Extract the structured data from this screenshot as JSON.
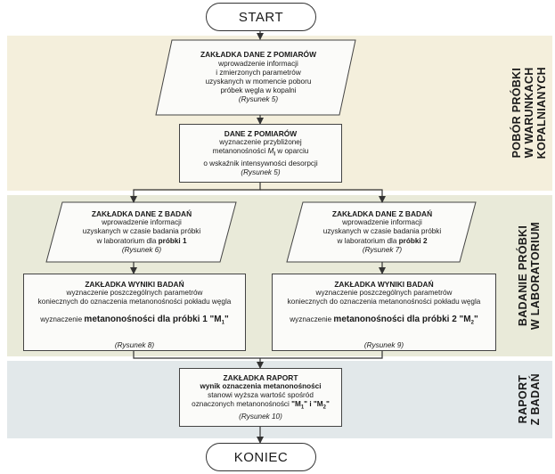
{
  "start_label": "START",
  "end_label": "KONIEC",
  "bands": {
    "sampling": "POBÓR PRÓBKI\nW WARUNKACH\nKOPALNIANYCH",
    "lab": "BADANIE PRÓBKI\nW LABORATORIUM",
    "report": "RAPORT\nZ BADAŃ"
  },
  "input_measurements": {
    "title": "ZAKŁADKA DANE Z POMIARÓW",
    "lines": [
      "wprowadzenie informacji",
      "i zmierzonych parametrów",
      "uzyskanych w momencie poboru",
      "próbek węgla w kopalni"
    ],
    "ref": "(Rysunek 5)"
  },
  "process_measurements": {
    "title": "DANE Z POMIARÓW",
    "line1": "wyznaczenie przybliżonej",
    "line2a": "metanonośności ",
    "line2b": "M",
    "line2sub": "I",
    "line2c": " w oparciu",
    "line3": "o wskaźnik intensywności desorpcji",
    "ref": "(Rysunek 5)"
  },
  "input_lab_1": {
    "title": "ZAKŁADKA DANE Z BADAŃ",
    "line1": "wprowadzenie informacji",
    "line2": "uzyskanych w czasie badania próbki",
    "line3a": "w laboratorium dla ",
    "line3b": "próbki 1",
    "ref": "(Rysunek 6)"
  },
  "input_lab_2": {
    "title": "ZAKŁADKA DANE Z BADAŃ",
    "line1": "wprowadzenie informacji",
    "line2": "uzyskanych w czasie badania próbki",
    "line3a": "w laboratorium dla ",
    "line3b": "próbki 2",
    "ref": "(Rysunek 7)"
  },
  "results_1": {
    "title": "ZAKŁADKA WYNIKI BADAŃ",
    "line1": "wyznaczenie poszczególnych parametrów",
    "line2": "koniecznych do oznaczenia metanonośności pokładu węgla",
    "line3a": "wyznaczenie ",
    "line3b": "metanonośności dla próbki 1 \"M",
    "line3sub": "1",
    "line3c": "\"",
    "ref": "(Rysunek 8)"
  },
  "results_2": {
    "title": "ZAKŁADKA WYNIKI BADAŃ",
    "line1": "wyznaczenie poszczególnych parametrów",
    "line2": "koniecznych do oznaczenia metanonośności pokładu węgla",
    "line3a": "wyznaczenie ",
    "line3b": "metanonośności dla próbki 2 \"M",
    "line3sub": "2",
    "line3c": "\"",
    "ref": "(Rysunek 9)"
  },
  "report": {
    "title": "ZAKŁADKA RAPORT",
    "line1": "wynik oznaczenia metanonośności",
    "line2": "stanowi wyższa wartość spośród",
    "line3a": "oznaczonych metanonośności ",
    "line3b": "\"M",
    "line3sub1": "1",
    "line3c": "\" i \"M",
    "line3sub2": "2",
    "line3d": "\"",
    "ref": "(Rysunek 10)"
  }
}
